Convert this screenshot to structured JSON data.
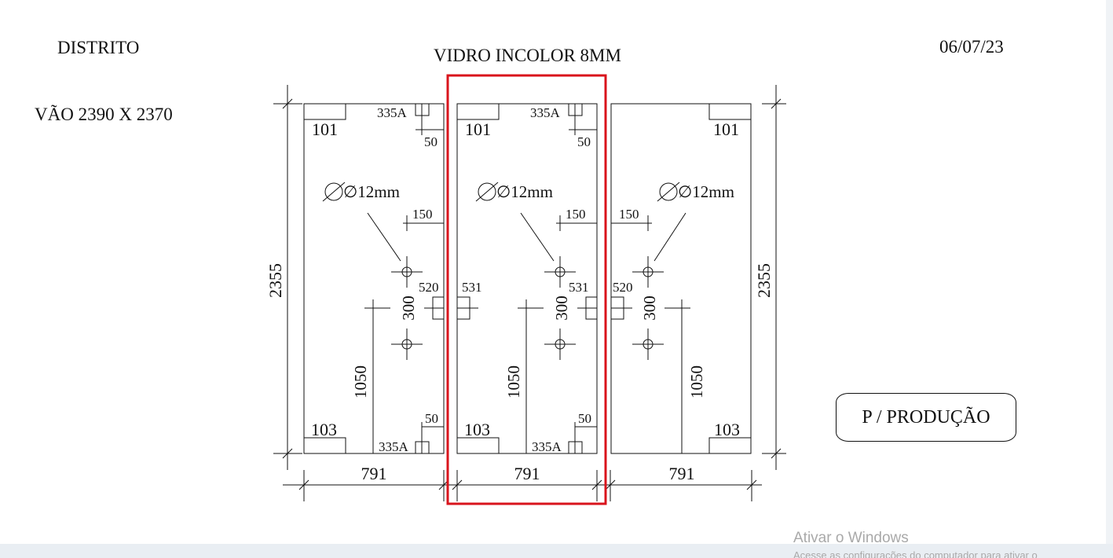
{
  "header": {
    "client": "DISTRITO",
    "opening": "VÃO 2390 X 2370",
    "title": "VIDRO INCOLOR 8MM",
    "date": "06/07/23"
  },
  "stamp": "P / PRODUÇÃO",
  "panels": [
    {
      "id": "left",
      "width_label": "791",
      "top_fitting": "101",
      "bottom_fitting": "103",
      "top_lock": "335A",
      "bottom_lock": "335A",
      "lock_offset_top": "50",
      "lock_offset_bottom": "50",
      "hole_diameter": "∅12mm",
      "hole_edge_offset": "150",
      "hole_spacing": "300",
      "handle_cut_label": "520",
      "handle_height": "1050"
    },
    {
      "id": "middle",
      "selected": true,
      "width_label": "791",
      "top_fitting": "101",
      "bottom_fitting": "103",
      "top_lock": "335A",
      "bottom_lock": "335A",
      "lock_offset_top": "50",
      "lock_offset_bottom": "50",
      "hole_diameter": "∅12mm",
      "hole_edge_offset": "150",
      "hole_spacing": "300",
      "handle_cut_left_label": "531",
      "handle_cut_right_label": "531",
      "handle_height": "1050"
    },
    {
      "id": "right",
      "width_label": "791",
      "top_fitting": "101",
      "bottom_fitting": "103",
      "hole_diameter": "∅12mm",
      "hole_edge_offset": "150",
      "hole_spacing": "300",
      "handle_cut_label": "520",
      "handle_height": "1050"
    }
  ],
  "overall_height_left": "2355",
  "overall_height_right": "2355",
  "selection_color": "#d9141c",
  "watermark": {
    "line1": "Ativar o Windows",
    "line2": "Acesse as configurações do computador para ativar o"
  }
}
